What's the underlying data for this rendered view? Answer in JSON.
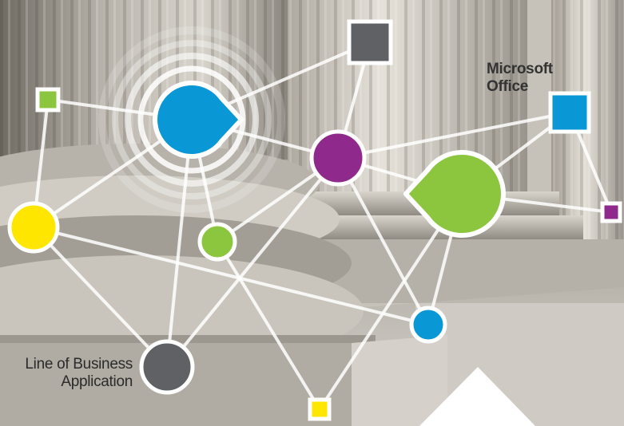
{
  "labels": {
    "microsoft_office_line1": "Microsoft",
    "microsoft_office_line2": "Office",
    "lob_line1": "Line of Business",
    "lob_line2": "Application"
  },
  "colors": {
    "blue": "#0a97d6",
    "purple": "#8f2a8c",
    "green": "#8cc63f",
    "yellow": "#ffe600",
    "gray": "#5f6164",
    "line": "#ffffff"
  },
  "nodes": [
    {
      "id": "hub-blue-drop",
      "shape": "drop",
      "color": "blue",
      "icon": "drop-pin"
    },
    {
      "id": "purple-node",
      "shape": "circle",
      "color": "purple"
    },
    {
      "id": "green-drop",
      "shape": "drop",
      "color": "green",
      "icon": "drop-pin"
    },
    {
      "id": "yellow-node",
      "shape": "circle",
      "color": "yellow"
    },
    {
      "id": "green-small-node",
      "shape": "circle",
      "color": "green"
    },
    {
      "id": "blue-small-node",
      "shape": "circle",
      "color": "blue"
    },
    {
      "id": "lob-gray-node",
      "shape": "circle",
      "color": "gray"
    },
    {
      "id": "gray-square",
      "shape": "square",
      "color": "gray"
    },
    {
      "id": "office-blue-square",
      "shape": "square",
      "color": "blue"
    },
    {
      "id": "green-small-square",
      "shape": "square",
      "color": "green"
    },
    {
      "id": "purple-small-square",
      "shape": "square",
      "color": "purple"
    },
    {
      "id": "yellow-small-square",
      "shape": "square",
      "color": "yellow"
    }
  ],
  "edges": [
    [
      "hub-blue-drop",
      "purple-node"
    ],
    [
      "hub-blue-drop",
      "gray-square"
    ],
    [
      "hub-blue-drop",
      "green-small-square"
    ],
    [
      "hub-blue-drop",
      "yellow-node"
    ],
    [
      "hub-blue-drop",
      "green-small-node"
    ],
    [
      "hub-blue-drop",
      "lob-gray-node"
    ],
    [
      "purple-node",
      "office-blue-square"
    ],
    [
      "purple-node",
      "green-drop"
    ],
    [
      "purple-node",
      "green-small-node"
    ],
    [
      "purple-node",
      "blue-small-node"
    ],
    [
      "purple-node",
      "lob-gray-node"
    ],
    [
      "green-drop",
      "purple-small-square"
    ],
    [
      "green-drop",
      "blue-small-node"
    ],
    [
      "green-drop",
      "yellow-small-square"
    ],
    [
      "office-blue-square",
      "purple-small-square"
    ],
    [
      "office-blue-square",
      "green-drop"
    ],
    [
      "yellow-node",
      "green-small-square"
    ],
    [
      "yellow-node",
      "lob-gray-node"
    ],
    [
      "yellow-node",
      "blue-small-node"
    ],
    [
      "green-small-node",
      "yellow-small-square"
    ],
    [
      "gray-square",
      "purple-node"
    ]
  ]
}
